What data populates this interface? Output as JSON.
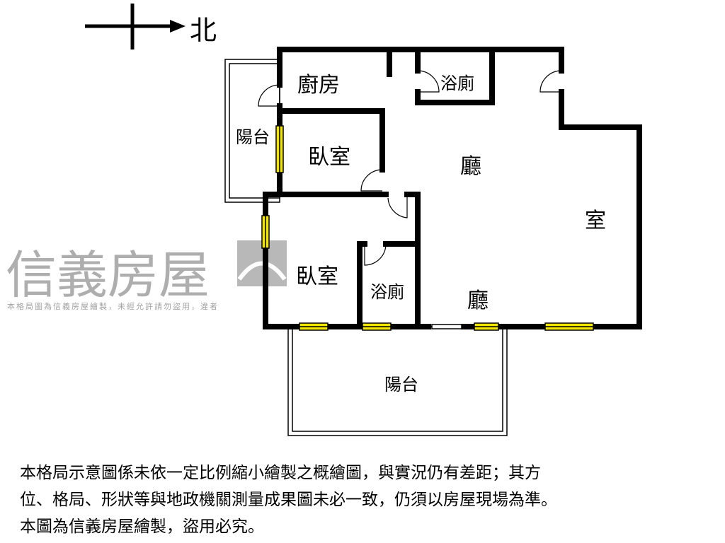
{
  "compass": {
    "label": "北"
  },
  "rooms": {
    "kitchen": "廚房",
    "bath1": "浴廁",
    "balcony_west": "陽台",
    "bedroom1": "臥室",
    "living1": "廳",
    "living_room": "室",
    "bedroom2": "臥室",
    "bath2": "浴廁",
    "living2": "廳",
    "balcony_south": "陽台"
  },
  "watermark": {
    "brand": "信義房屋",
    "notice": "本格局圖為信義房屋繪製，未經允許請勿盜用，違者"
  },
  "disclaimer": [
    "本格局示意圖係未依一定比例縮小繪製之概繪圖，與實況仍有差距；其方",
    "位、格局、形狀等與地政機關測量成果圖未必一致，仍須以房屋現場為準。",
    "本圖為信義房屋繪製，盜用必究。"
  ],
  "colors": {
    "wall": "#000000",
    "window": "#f2e600"
  }
}
